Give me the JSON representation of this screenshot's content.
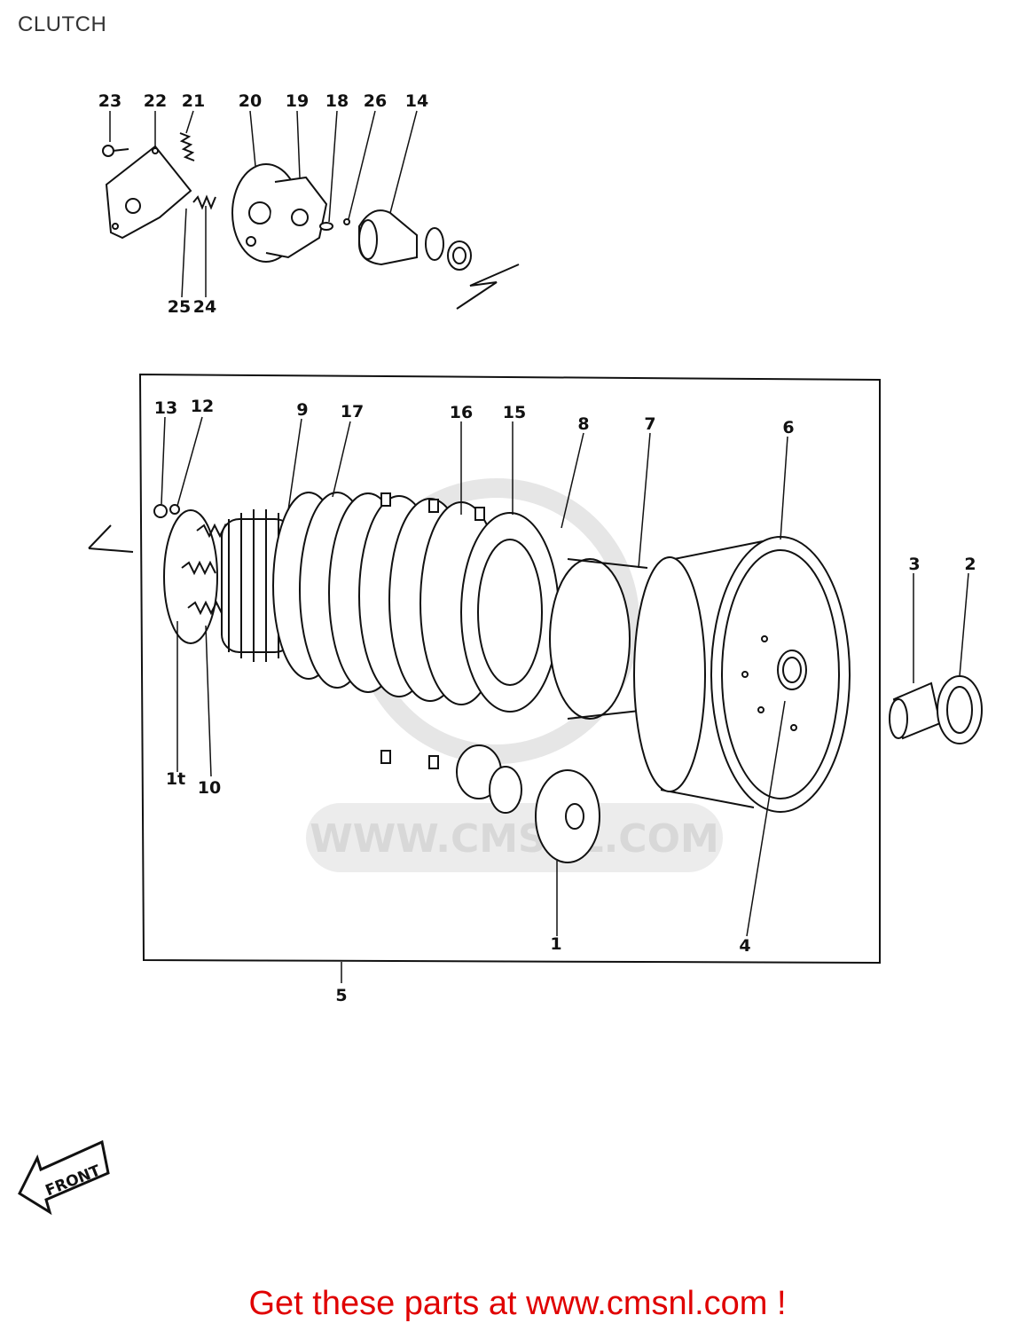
{
  "page": {
    "title": "CLUTCH",
    "cta": "Get these parts at www.cmsnl.com !"
  },
  "diagram": {
    "watermark_text": "WWW.CMSNL.COM",
    "front_label": "FRONT",
    "callouts": {
      "c1": "1",
      "c2": "2",
      "c3": "3",
      "c4": "4",
      "c5": "5",
      "c6": "6",
      "c7": "7",
      "c8": "8",
      "c9": "9",
      "c10": "10",
      "c11": "1t",
      "c12": "12",
      "c13": "13",
      "c14": "14",
      "c15": "15",
      "c16": "16",
      "c17": "17",
      "c18": "18",
      "c19": "19",
      "c20": "20",
      "c21": "21",
      "c22": "22",
      "c23": "23",
      "c24": "24",
      "c25": "25",
      "c26": "26"
    }
  }
}
